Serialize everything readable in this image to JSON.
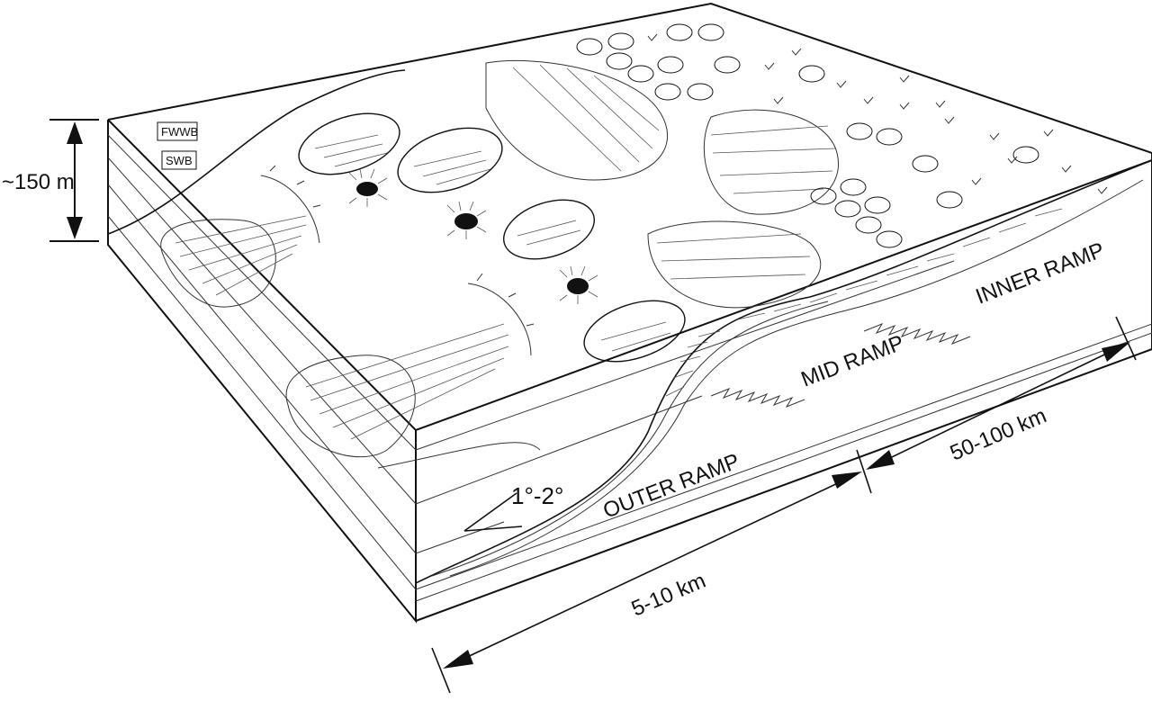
{
  "diagram": {
    "levels": {
      "fwwb": "FWWB",
      "swb": "SWB",
      "thickness": "~150 m"
    },
    "zones": {
      "inner": "INNER RAMP",
      "mid": "MID RAMP",
      "outer": "OUTER RAMP"
    },
    "slope_angle": "1°-2°",
    "dimensions": {
      "outer_width": "5-10 km",
      "inner_width": "50-100 km"
    }
  }
}
